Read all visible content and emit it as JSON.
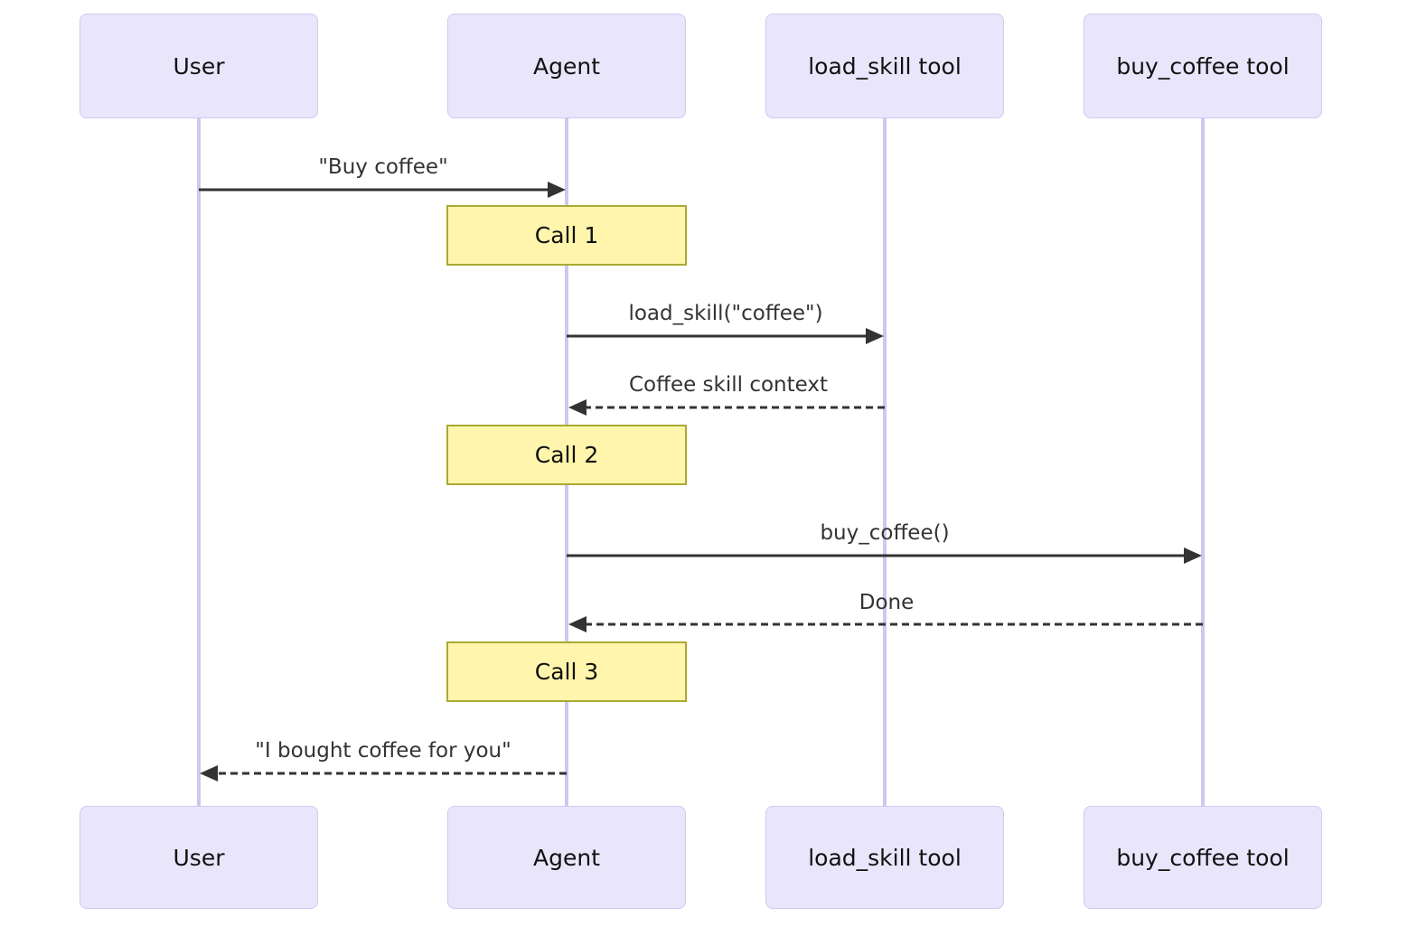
{
  "diagram_type": "sequence-diagram",
  "colors": {
    "background": "#ffffff",
    "actor_fill": "#E9E6FC",
    "actor_border": "#D2C8EF",
    "actor_text": "#111111",
    "lifeline": "#CFC7EF",
    "note_fill": "#FFF5AD",
    "note_border": "#AAAA33",
    "note_text": "#111111",
    "arrow": "#333333",
    "message_text": "#333333"
  },
  "actors": [
    {
      "id": "user",
      "label": "User"
    },
    {
      "id": "agent",
      "label": "Agent"
    },
    {
      "id": "load-skill-tool",
      "label": "load_skill tool"
    },
    {
      "id": "buy-coffee-tool",
      "label": "buy_coffee tool"
    }
  ],
  "messages": [
    {
      "from": "User",
      "to": "Agent",
      "label": "\"Buy coffee\"",
      "line": "solid"
    },
    {
      "from": "Agent",
      "to": "load_skill tool",
      "label": "load_skill(\"coffee\")",
      "line": "solid"
    },
    {
      "from": "load_skill tool",
      "to": "Agent",
      "label": "Coffee skill context",
      "line": "dashed"
    },
    {
      "from": "Agent",
      "to": "buy_coffee tool",
      "label": "buy_coffee()",
      "line": "solid"
    },
    {
      "from": "buy_coffee tool",
      "to": "Agent",
      "label": "Done",
      "line": "dashed"
    },
    {
      "from": "Agent",
      "to": "User",
      "label": "\"I bought coffee for you\"",
      "line": "dashed"
    }
  ],
  "notes": [
    {
      "over": "Agent",
      "label": "Call 1"
    },
    {
      "over": "Agent",
      "label": "Call 2"
    },
    {
      "over": "Agent",
      "label": "Call 3"
    }
  ]
}
